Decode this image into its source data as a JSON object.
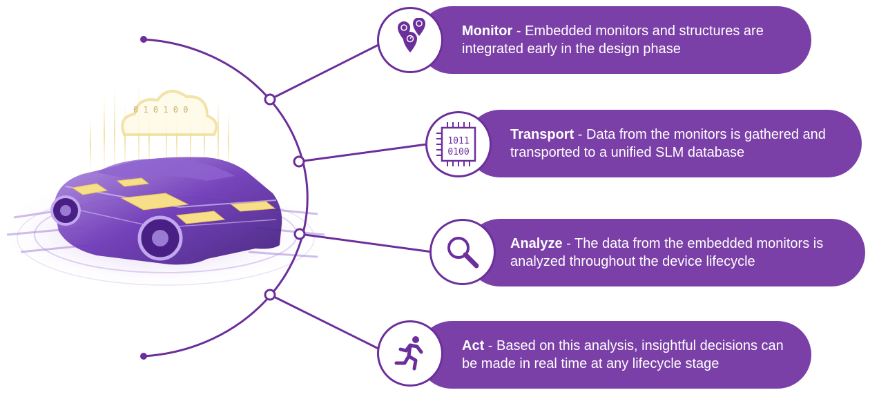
{
  "colors": {
    "purple": "#7b3fa8",
    "connector": "#6b2e9a",
    "pill_text": "#ffffff"
  },
  "illustration": {
    "name": "connected car with embedded monitors and cloud data",
    "cloud_bits": "0 1 0 1 0 0"
  },
  "steps": [
    {
      "id": "monitor",
      "title": "Monitor",
      "separator": " - ",
      "description": "Embedded monitors and structures are integrated early in the design phase",
      "icon": "map-pin-gauge-icon"
    },
    {
      "id": "transport",
      "title": "Transport",
      "separator": " - ",
      "description": "Data from the monitors is gathered and transported to a unified SLM database",
      "icon": "chip-binary-icon",
      "icon_text_top": "1011",
      "icon_text_bottom": "0100"
    },
    {
      "id": "analyze",
      "title": "Analyze",
      "separator": " - ",
      "description": "The data from the embedded monitors is analyzed throughout the device lifecycle",
      "icon": "magnifier-icon"
    },
    {
      "id": "act",
      "title": "Act",
      "separator": " - ",
      "description": "Based on this analysis, insightful decisions can be made in real time at any lifecycle stage",
      "icon": "running-person-icon"
    }
  ]
}
